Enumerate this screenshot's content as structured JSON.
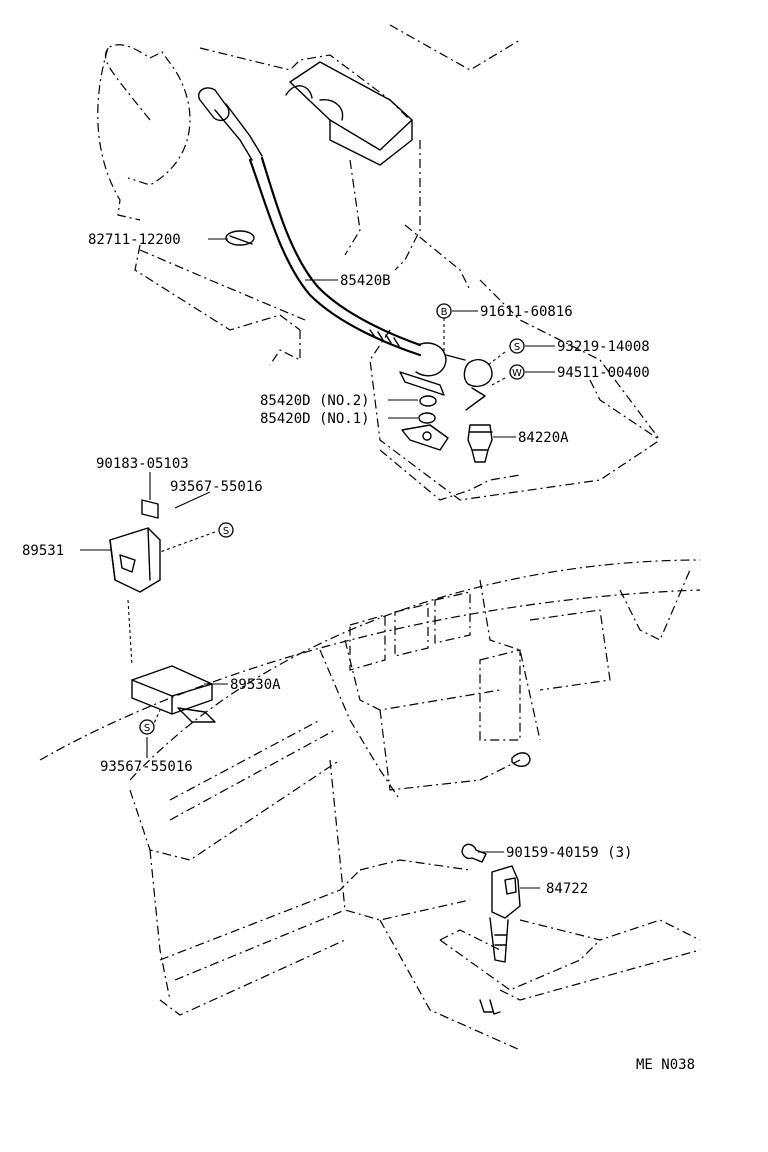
{
  "diagram": {
    "labels": {
      "part_82711_12200": "82711-12200",
      "part_85420B": "85420B",
      "part_91611_60816": "91611-60816",
      "part_93219_14008": "93219-14008",
      "part_94511_00400": "94511-00400",
      "part_85420D_no2": "85420D (NO.2)",
      "part_85420D_no1": "85420D (NO.1)",
      "part_84220A": "84220A",
      "part_90183_05103": "90183-05103",
      "part_93567_55016_top": "93567-55016",
      "part_89531": "89531",
      "part_89530A": "89530A",
      "part_93567_55016_bottom": "93567-55016",
      "part_90159_40159": "90159-40159 (3)",
      "part_84722": "84722",
      "drawing_code": "ME  N038"
    },
    "symbols": {
      "bolt": "B",
      "screw": "S",
      "washer": "W"
    }
  }
}
